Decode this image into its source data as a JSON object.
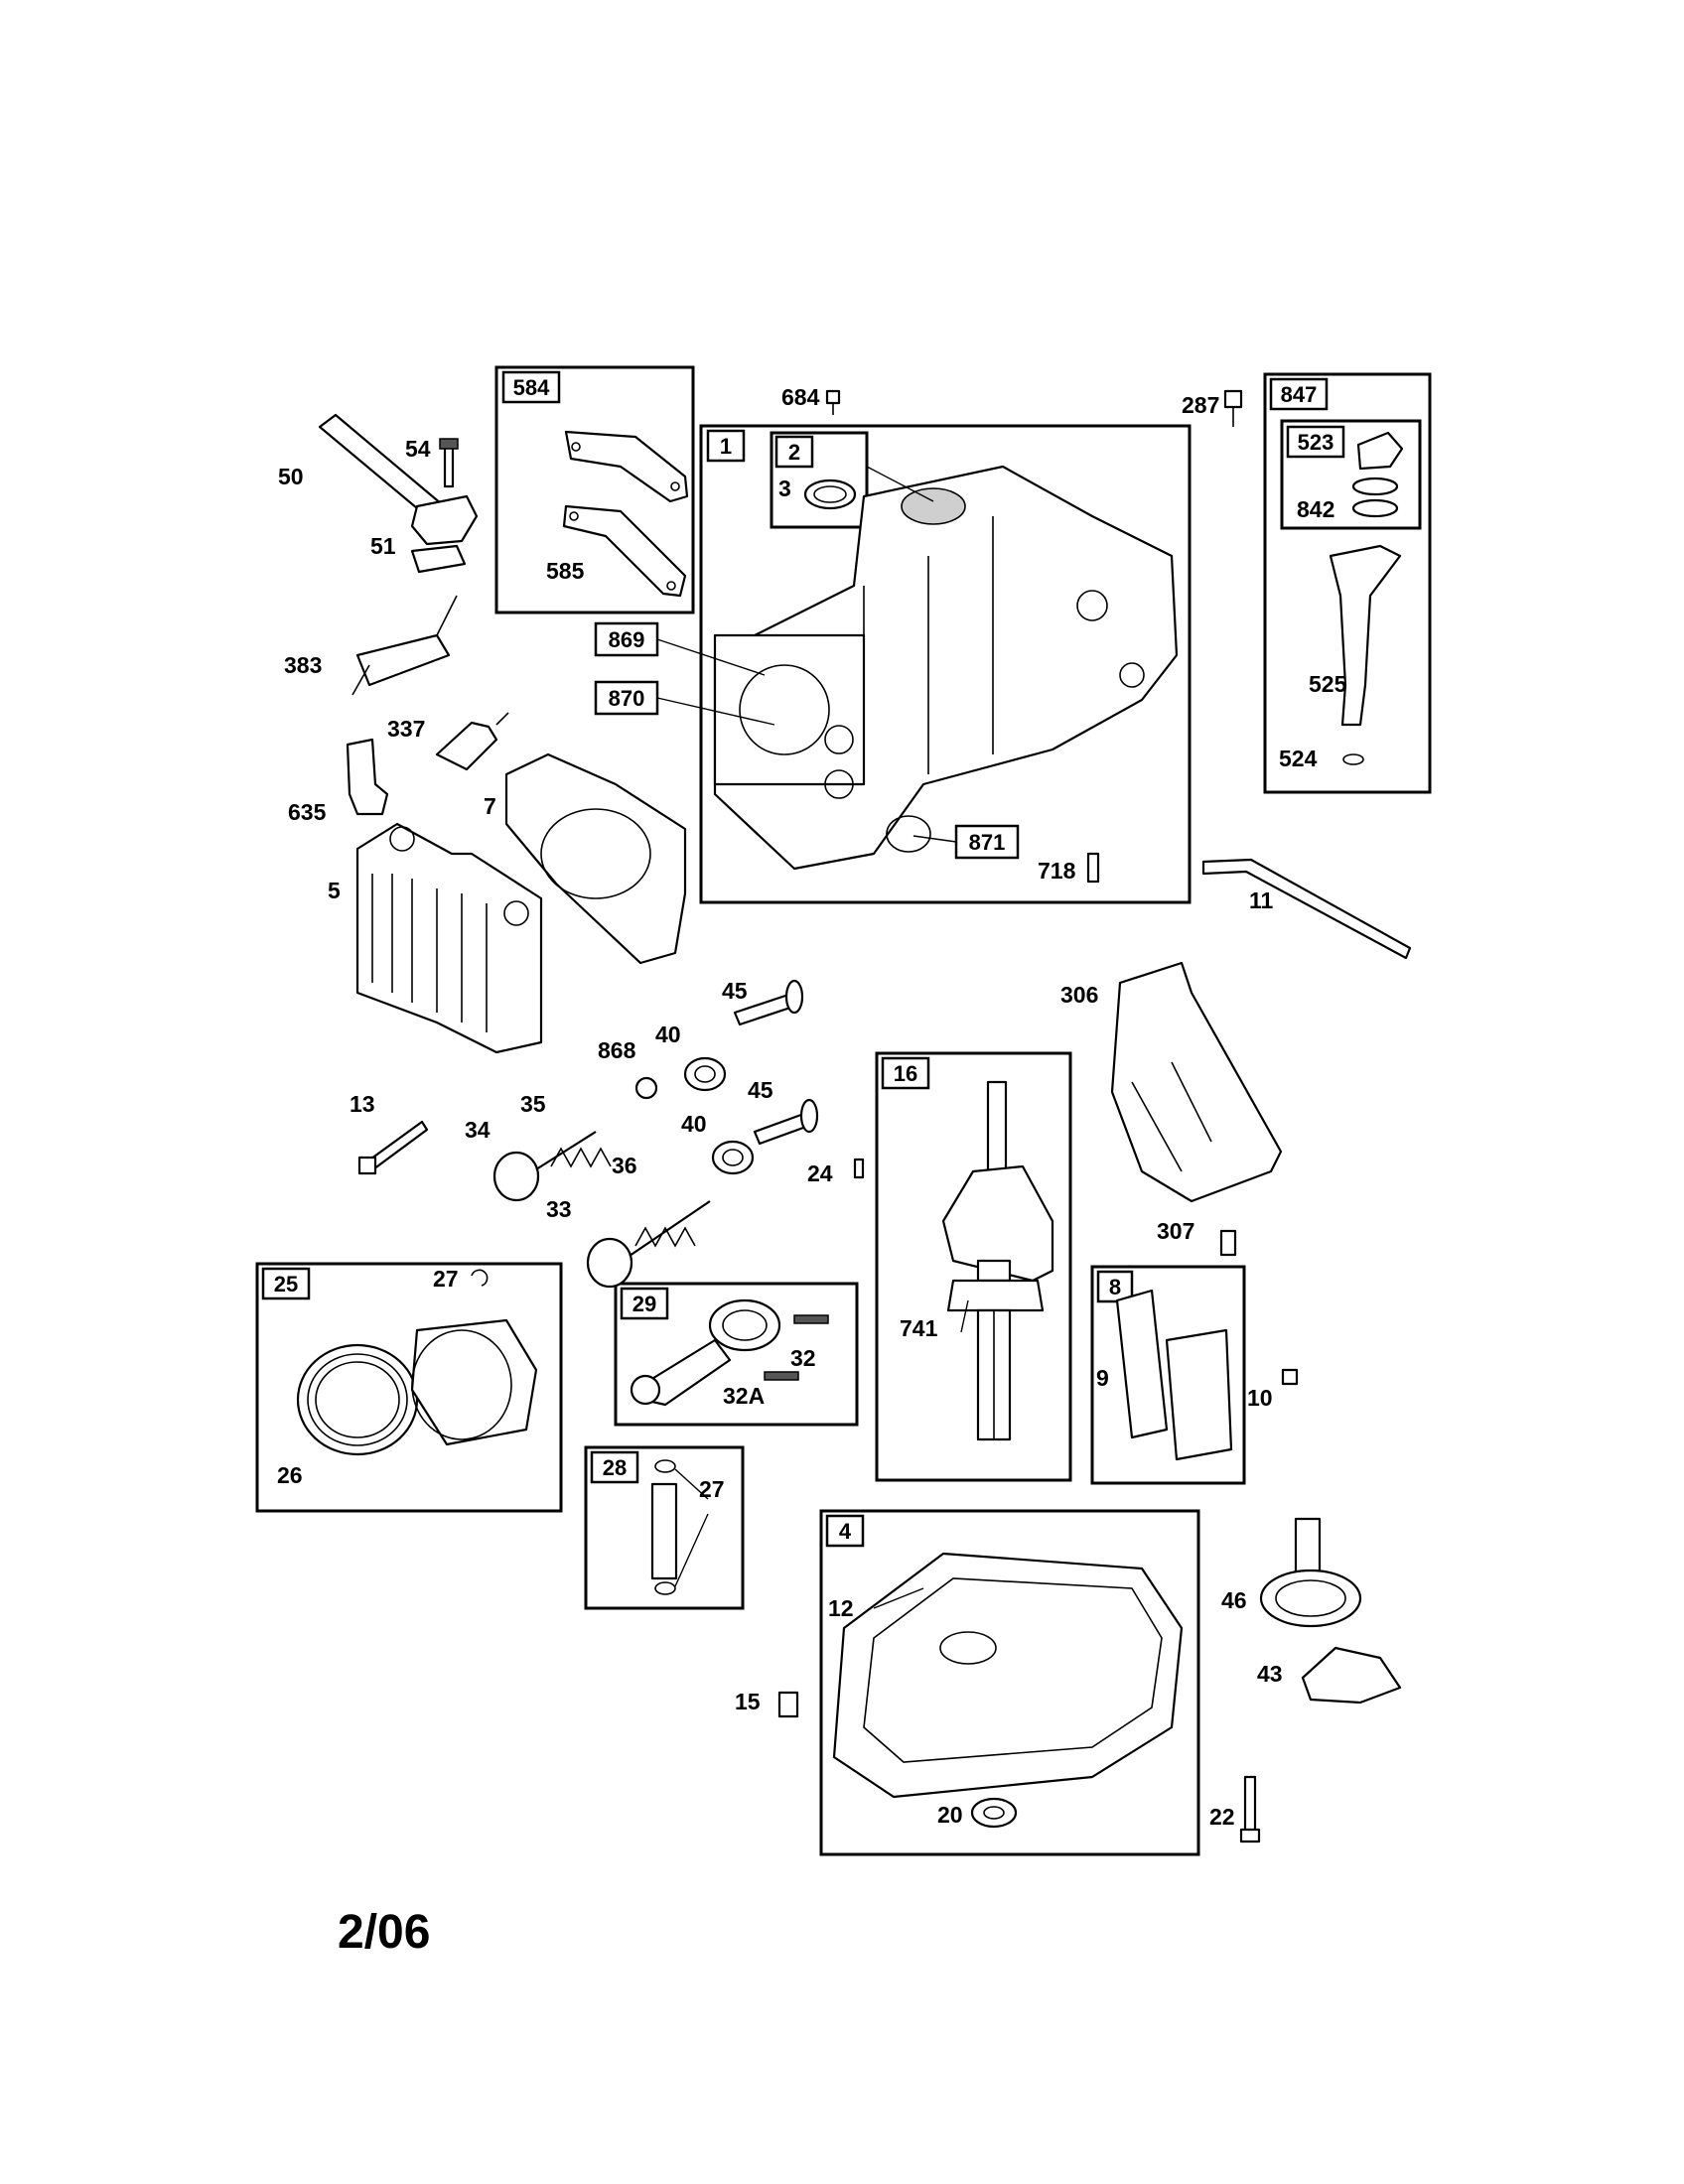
{
  "date_code": "2/06",
  "boxes": [
    {
      "id": "box-584",
      "label": "584"
    },
    {
      "id": "box-1",
      "label": "1"
    },
    {
      "id": "box-2",
      "label": "2"
    },
    {
      "id": "box-847",
      "label": "847"
    },
    {
      "id": "box-523",
      "label": "523"
    },
    {
      "id": "box-869",
      "label": "869"
    },
    {
      "id": "box-870",
      "label": "870"
    },
    {
      "id": "box-871",
      "label": "871"
    },
    {
      "id": "box-16",
      "label": "16"
    },
    {
      "id": "box-25",
      "label": "25"
    },
    {
      "id": "box-29",
      "label": "29"
    },
    {
      "id": "box-8",
      "label": "8"
    },
    {
      "id": "box-28",
      "label": "28"
    },
    {
      "id": "box-4",
      "label": "4"
    }
  ],
  "callouts": {
    "p684": "684",
    "p287": "287",
    "p54": "54",
    "p50": "50",
    "p51": "51",
    "p585": "585",
    "p3": "3",
    "p842": "842",
    "p525": "525",
    "p524": "524",
    "p383": "383",
    "p337": "337",
    "p635": "635",
    "p7": "7",
    "p5": "5",
    "p718": "718",
    "p11": "11",
    "p306": "306",
    "p45a": "45",
    "p40a": "40",
    "p868": "868",
    "p45b": "45",
    "p40b": "40",
    "p13": "13",
    "p35": "35",
    "p34": "34",
    "p36": "36",
    "p33": "33",
    "p24": "24",
    "p307": "307",
    "p27a": "27",
    "p26": "26",
    "p32": "32",
    "p32a": "32A",
    "p741": "741",
    "p9": "9",
    "p10": "10",
    "p27b": "27",
    "p12": "12",
    "p46": "46",
    "p43": "43",
    "p15": "15",
    "p20": "20",
    "p22": "22"
  }
}
